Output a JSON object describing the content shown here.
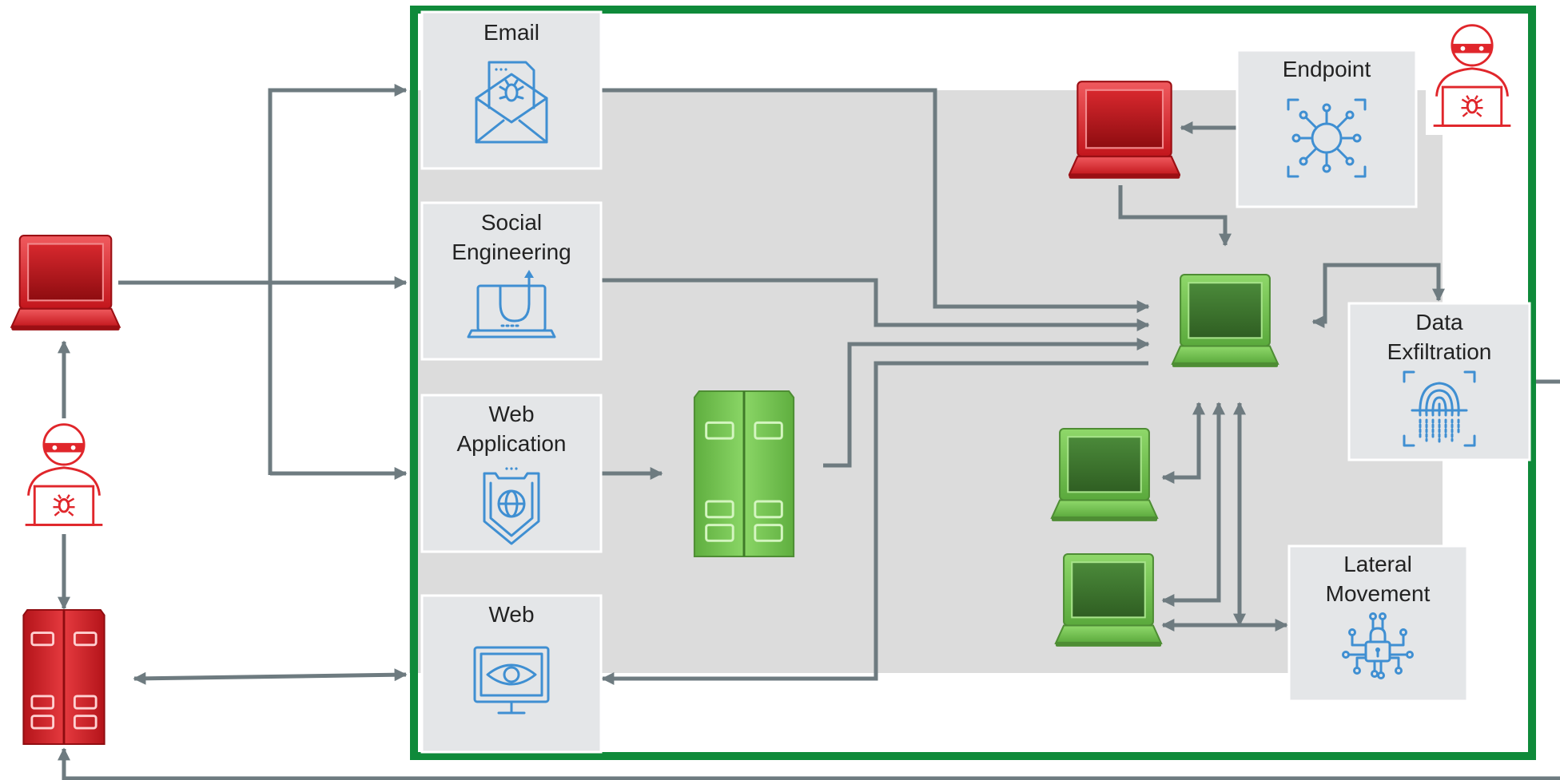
{
  "labels": {
    "email": "Email",
    "social_1": "Social",
    "social_2": "Engineering",
    "webapp_1": "Web",
    "webapp_2": "Application",
    "web": "Web",
    "endpoint": "Endpoint",
    "exfil_1": "Data",
    "exfil_2": "Exfiltration",
    "lateral_1": "Lateral",
    "lateral_2": "Movement"
  },
  "icons": {
    "email": "envelope-bug-icon",
    "social": "laptop-hook-icon",
    "webapp": "shield-globe-icon",
    "web": "monitor-eye-icon",
    "endpoint": "network-node-icon",
    "exfil": "fingerprint-icon",
    "lateral": "circuit-lock-icon"
  },
  "colors": {
    "perimeter": "#0f8a3a",
    "internal_area": "#dcdcdc",
    "attacker": "#e0262b",
    "internal_device": "#6cbf4a",
    "compromised_device": "#c3161c",
    "connector": "#6e7b80",
    "icon": "#3f8fd2"
  }
}
